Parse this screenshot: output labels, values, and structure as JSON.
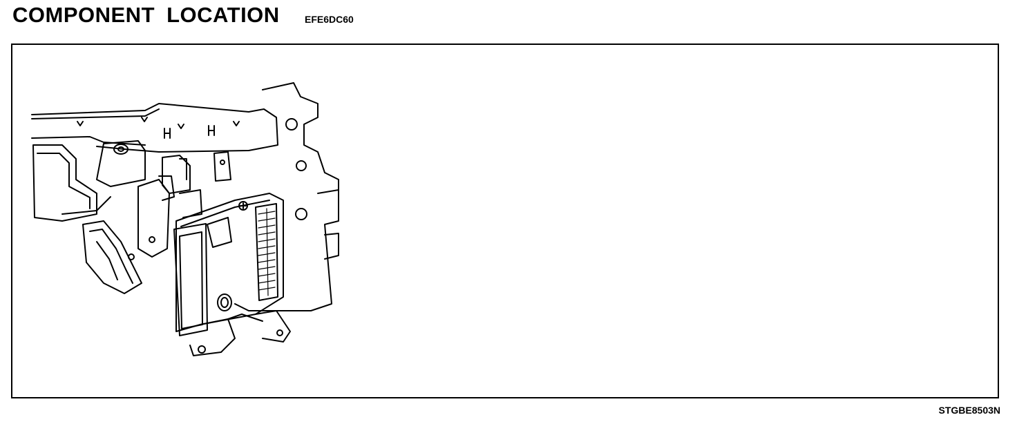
{
  "header": {
    "title": "COMPONENT LOCATION",
    "doc_code": "EFE6DC60"
  },
  "figure": {
    "figure_id": "STGBE8503N"
  }
}
